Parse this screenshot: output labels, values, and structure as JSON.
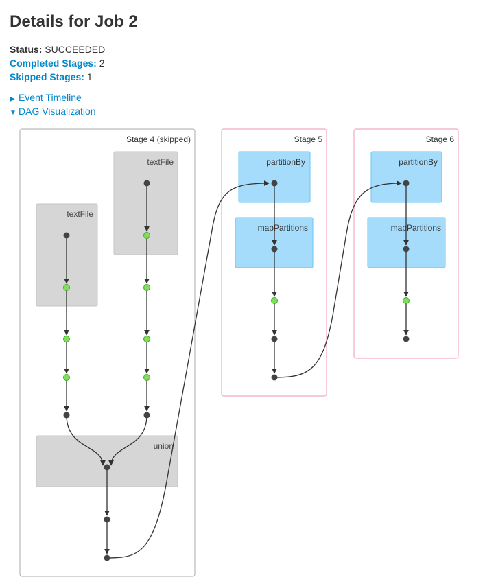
{
  "page": {
    "title": "Details for Job 2"
  },
  "summary": {
    "status_label": "Status:",
    "status_value": "SUCCEEDED",
    "completed_label": "Completed Stages:",
    "completed_value": "2",
    "skipped_label": "Skipped Stages:",
    "skipped_value": "1"
  },
  "toggles": {
    "event_timeline": "Event Timeline",
    "dag_visualization": "DAG Visualization"
  },
  "dag": {
    "stages": [
      {
        "label": "Stage 4 (skipped)",
        "clusters": [
          "textFile",
          "textFile",
          "union"
        ]
      },
      {
        "label": "Stage 5",
        "clusters": [
          "partitionBy",
          "mapPartitions"
        ]
      },
      {
        "label": "Stage 6",
        "clusters": [
          "partitionBy",
          "mapPartitions"
        ]
      }
    ],
    "colors": {
      "skipped_border": "#aaaaaa",
      "stage_border": "#f3a8c8",
      "skipped_cluster": "#d6d6d6",
      "cluster": "#a6dcfb",
      "cluster_border": "#68c4f2",
      "cached_node": "#7ee05a",
      "node": "#444444"
    }
  }
}
